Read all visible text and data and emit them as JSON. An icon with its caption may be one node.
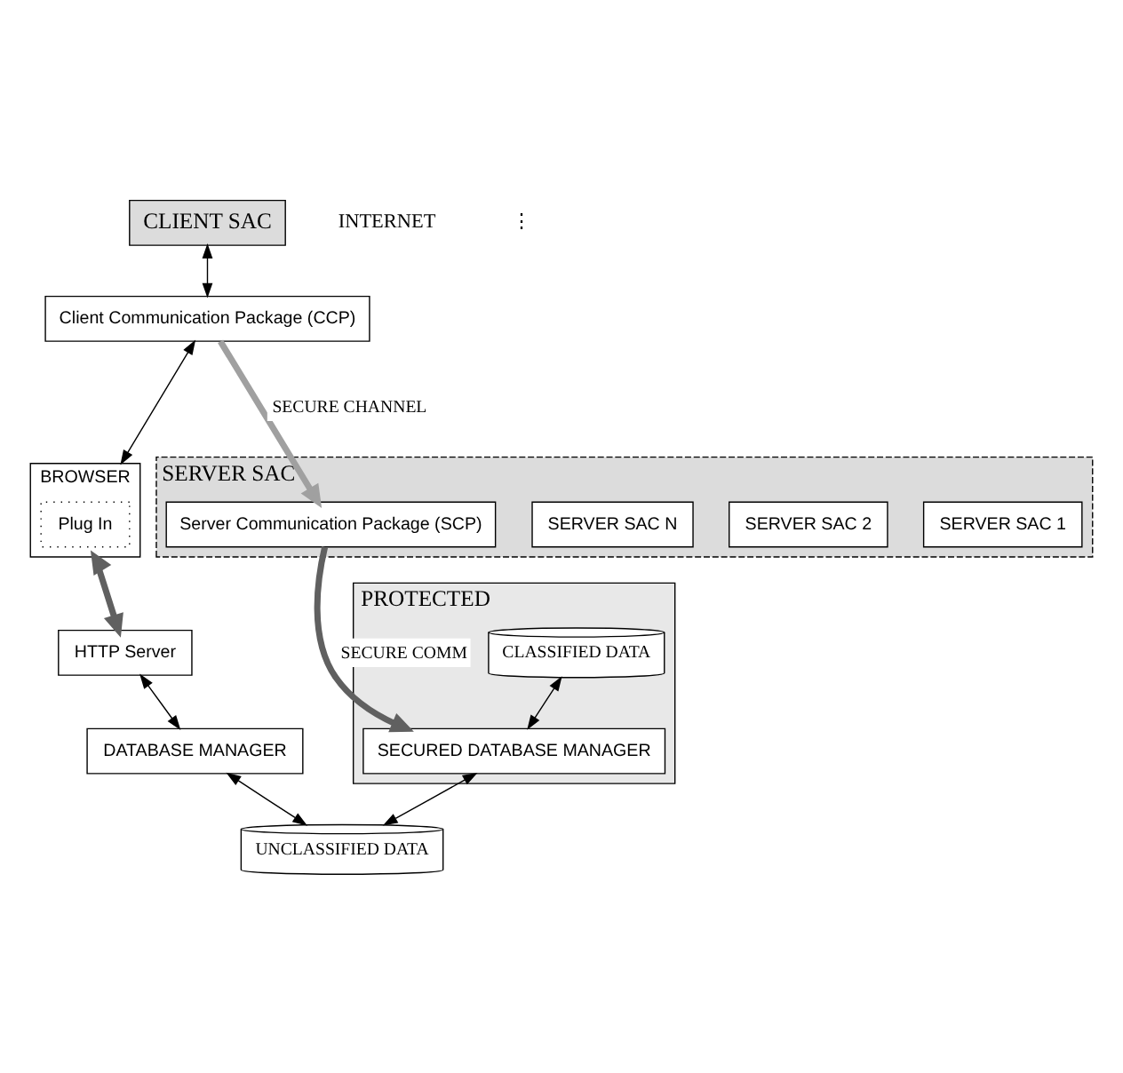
{
  "diagram": {
    "nodes": [
      {
        "text": [
          "CLIENT SAC"
        ]
      },
      {
        "text": [
          "Client Communication Package (CCP)"
        ]
      },
      {
        "text": [
          "BROWSER"
        ]
      },
      {
        "text": [
          "Plug In"
        ],
        "in": 2
      },
      {
        "text": [
          "SERVER SAC"
        ]
      },
      {
        "text": [
          "SERVER SAC 1"
        ],
        "in": 4
      },
      {
        "text": [
          "SERVER SAC 2"
        ],
        "in": 4
      },
      {
        "text": [
          "SERVER SAC N"
        ],
        "in": 4
      },
      {
        "text": [
          "Server Communication Package (SCP)"
        ],
        "in": 4
      },
      {
        "text": [
          "HTTP Server"
        ]
      },
      {
        "text": [
          "DATABASE MANAGER"
        ]
      },
      {
        "text": [
          "PROTECTED"
        ]
      },
      {
        "text": [
          "CLASSIFIED DATA"
        ],
        "in": 11
      },
      {
        "text": [
          "SECURED DATABASE MANAGER"
        ],
        "in": 11
      },
      {
        "text": [
          "UNCLASSIFIED DATA"
        ]
      }
    ],
    "edges": [
      {
        "from": 0,
        "to": 1,
        "arrow": "both"
      },
      {
        "from": 1,
        "to": 2,
        "arrow": "both"
      },
      {
        "from": 1,
        "to": 8,
        "arrow": "to",
        "label": "SECURE CHANNEL",
        "style": "thick",
        "color": "#a0a0a0"
      },
      {
        "from": 2,
        "to": 9,
        "arrow": "both",
        "style": "thick",
        "color": "#606060"
      },
      {
        "from": 9,
        "to": 10,
        "arrow": "both"
      },
      {
        "from": 10,
        "to": 14,
        "arrow": "both"
      },
      {
        "from": 8,
        "to": 13,
        "arrow": "to",
        "label": "SECURE COMM",
        "style": "thick",
        "color": "#606060"
      },
      {
        "from": 12,
        "to": 13,
        "arrow": "both"
      },
      {
        "from": 13,
        "to": 14,
        "arrow": "both"
      }
    ],
    "labels": [
      "INTERNET",
      "⋮"
    ]
  }
}
